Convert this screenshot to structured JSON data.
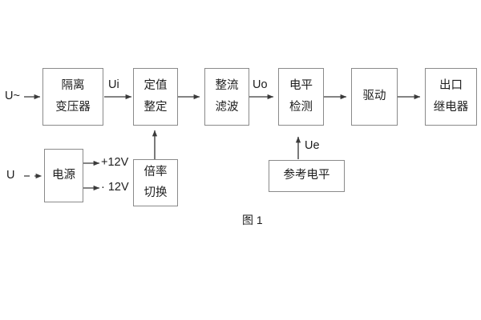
{
  "figure": {
    "caption": "图 1",
    "background": "#ffffff",
    "line_color": "#3a3a3a",
    "box_border_color": "#8a8a8a",
    "text_color": "#1d1d1d"
  },
  "inputs": [
    {
      "id": "u-ac",
      "label": "U~",
      "style": "solid-arrow"
    },
    {
      "id": "u-dc",
      "label": "U",
      "style": "dashed-arrow"
    }
  ],
  "blocks": [
    {
      "id": "isolation-transformer",
      "lines": [
        "隔离",
        "变压器"
      ]
    },
    {
      "id": "setting-value",
      "lines": [
        "定值",
        "整定"
      ]
    },
    {
      "id": "rectify-filter",
      "lines": [
        "整流",
        "滤波"
      ]
    },
    {
      "id": "level-detection",
      "lines": [
        "电平",
        "检测"
      ]
    },
    {
      "id": "drive",
      "lines": [
        "驱动"
      ]
    },
    {
      "id": "output-relay",
      "lines": [
        "出口",
        "继电器"
      ]
    },
    {
      "id": "power-supply",
      "lines": [
        "电源"
      ]
    },
    {
      "id": "multiplier-switch",
      "lines": [
        "倍率",
        "切换"
      ]
    },
    {
      "id": "reference-level",
      "lines": [
        "参考电平"
      ]
    }
  ],
  "signals": {
    "ui": "Ui",
    "uo": "Uo",
    "ue": "Ue"
  },
  "power_rails": [
    {
      "id": "rail-pos",
      "label": "+12V"
    },
    {
      "id": "rail-neg",
      "label": "· 12V"
    }
  ]
}
